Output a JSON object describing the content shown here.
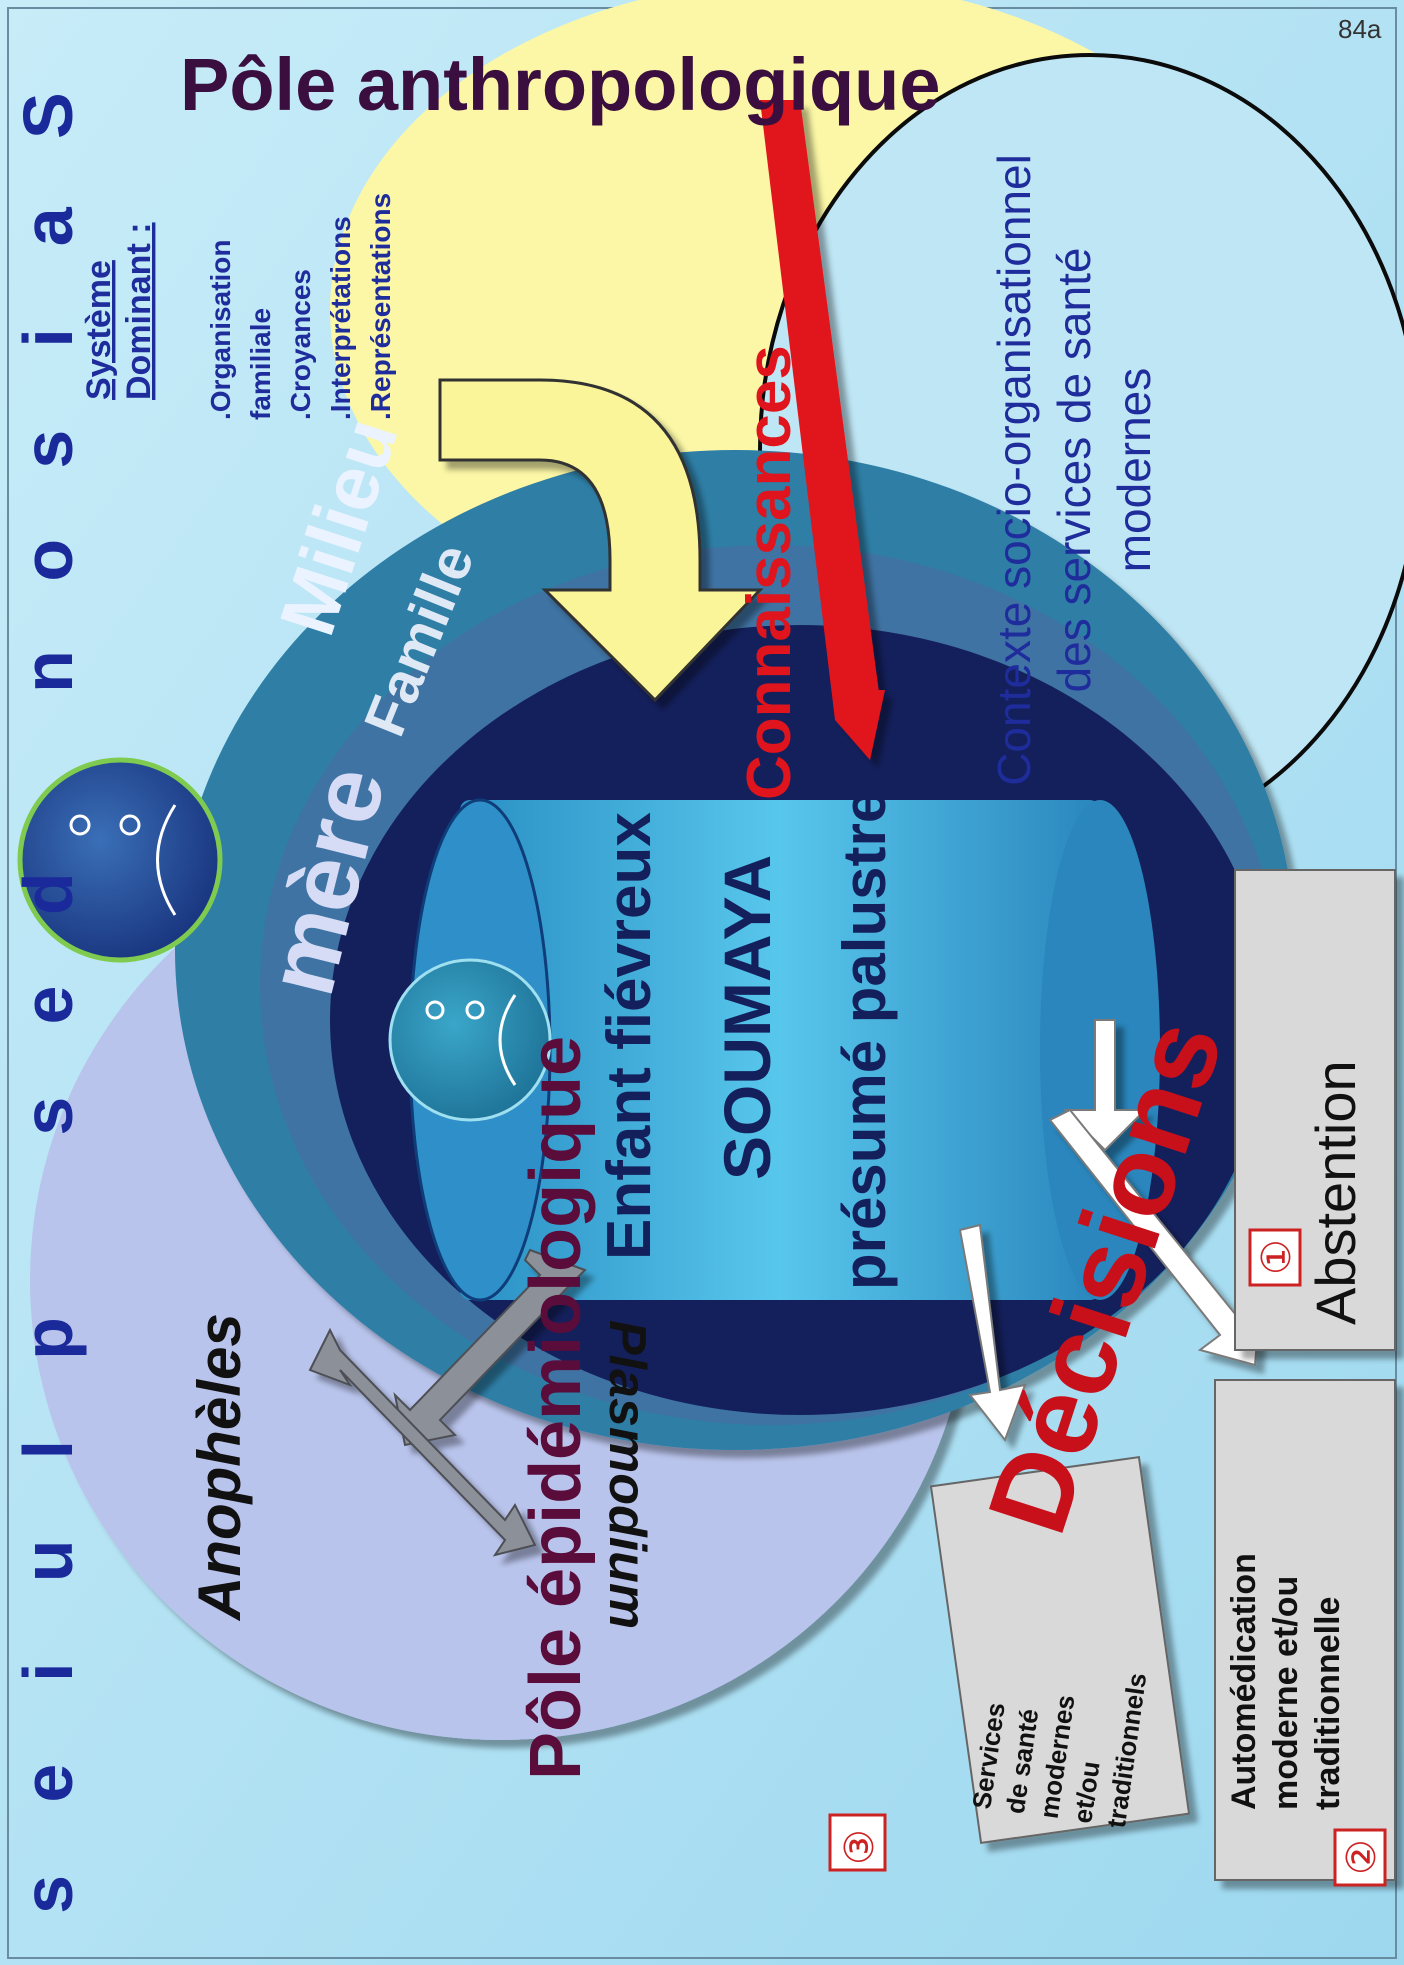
{
  "page_number": "84a",
  "banner": {
    "letters": [
      "S",
      "a",
      "i",
      "s",
      "o",
      "n",
      " ",
      "d",
      "e",
      "s",
      " ",
      "p",
      "l",
      "u",
      "i",
      "e",
      "s"
    ]
  },
  "poles": {
    "anthropological": "Pôle anthropologique",
    "epidemiological": "Pôle épidémiologique",
    "context_lines": [
      "Contexte socio-organisationnel",
      "des services de santé",
      "modernes"
    ]
  },
  "dominant_system": {
    "title_lines": [
      "Système",
      "Dominant :"
    ],
    "items": [
      ".Organisation",
      "familiale",
      ".Croyances",
      ".Interprétations",
      ".Représentations"
    ]
  },
  "layers": {
    "milieu": "Milieu",
    "famille": "Famille",
    "mere": "mère"
  },
  "child_cylinder": {
    "line1": "Enfant fiévreux",
    "line2": "SOUMAYA",
    "line3": "présumé palustre"
  },
  "vectors": {
    "anopheles": "Anophèles",
    "plasmodium": "Plasmodium"
  },
  "arrows": {
    "knowledge": "Connaissances",
    "decisions": "Décisions"
  },
  "options": [
    {
      "number": "①",
      "label_lines": [
        "Abstention"
      ]
    },
    {
      "number": "②",
      "label_lines": [
        "Automédication",
        "moderne et/ou",
        "traditionnelle"
      ]
    },
    {
      "number": "③",
      "label_lines": [
        "Services",
        "de santé",
        "modernes",
        "et/ou",
        "traditionnels"
      ]
    }
  ],
  "colors": {
    "sky": "#bfe6f5",
    "yellow_pole": "#fbf7a6",
    "lavender_pole": "#b9c4ec",
    "navy": "#14205c",
    "cylinder": "#4fc1e9",
    "milieu_band": "#2f7ea6",
    "famille_band": "#3f73a3",
    "red_text": "#d8101a",
    "dark_red_text": "#5a0c3a",
    "blue_title": "#1f2c9c"
  }
}
